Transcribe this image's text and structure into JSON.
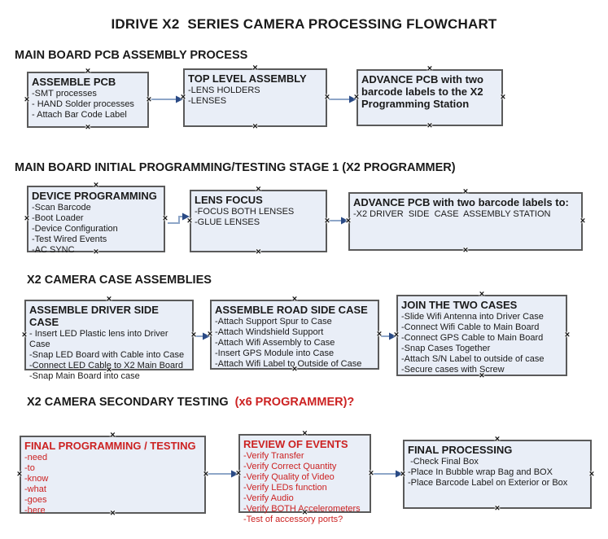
{
  "title": "IDRIVE X2  SERIES CAMERA PROCESSING FLOWCHART",
  "colors": {
    "box_fill": "#e9eef7",
    "box_border": "#5a5a5a",
    "connector_line": "#8ea6c8",
    "connector_arrow": "#2a4a85",
    "accent_red": "#cc2222",
    "text": "#1a1a1a"
  },
  "sections": [
    {
      "header": "MAIN BOARD PCB ASSEMBLY PROCESS",
      "boxes": [
        {
          "title": "ASSEMBLE PCB",
          "items": [
            "-SMT processes",
            "- HAND Solder processes",
            "- Attach Bar Code Label"
          ]
        },
        {
          "title": "TOP LEVEL ASSEMBLY",
          "items": [
            "-LENS HOLDERS",
            "-LENSES"
          ]
        },
        {
          "title": "ADVANCE PCB with two barcode labels to the X2 Programming Station",
          "items": []
        }
      ]
    },
    {
      "header": "MAIN BOARD INITIAL PROGRAMMING/TESTING STAGE 1 (X2 PROGRAMMER)",
      "boxes": [
        {
          "title": "DEVICE PROGRAMMING",
          "items": [
            "-Scan Barcode",
            "-Boot Loader",
            "-Device Configuration",
            "-Test Wired Events",
            "-AC SYNC"
          ]
        },
        {
          "title": "LENS FOCUS",
          "items": [
            "-FOCUS BOTH LENSES",
            "-GLUE LENSES"
          ]
        },
        {
          "title": "ADVANCE PCB with two barcode labels to:",
          "items": [
            "-X2 DRIVER  SIDE  CASE  ASSEMBLY STATION"
          ]
        }
      ]
    },
    {
      "header": "X2 CAMERA CASE ASSEMBLIES",
      "boxes": [
        {
          "title": "ASSEMBLE DRIVER SIDE CASE",
          "items": [
            "- Insert LED Plastic lens into Driver Case",
            "-Snap LED Board with Cable into Case",
            "-Connect LED Cable to X2 Main Board",
            "-Snap Main Board into case"
          ]
        },
        {
          "title": "ASSEMBLE ROAD SIDE CASE",
          "items": [
            "-Attach Support Spur to Case",
            "-Attach Windshield Support",
            "-Attach Wifi Assembly to Case",
            "-Insert GPS Module into Case",
            "-Attach Wifi Label to Outside of Case"
          ]
        },
        {
          "title": "JOIN THE TWO CASES",
          "items": [
            "-Slide Wifi Antenna into Driver Case",
            "-Connect Wifi Cable to Main Board",
            "-Connect GPS Cable to Main Board",
            "-Snap Cases Together",
            "-Attach S/N Label to outside of case",
            "-Secure cases with Screw"
          ]
        }
      ]
    },
    {
      "header": "X2 CAMERA SECONDARY TESTING  ",
      "header_suffix": "(x6 PROGRAMMER)?",
      "boxes": [
        {
          "title": "FINAL PROGRAMMING / TESTING",
          "color": "red",
          "items": [
            "-need",
            "-to",
            "-know",
            "-what",
            "-goes",
            "-here"
          ]
        },
        {
          "title": "REVIEW OF EVENTS",
          "color": "red",
          "items": [
            "-Verify Transfer",
            "-Verify Correct Quantity",
            "-Verify Quality of Video",
            "-Verify LEDs function",
            "-Verify Audio",
            "-Verify BOTH Accelerometers",
            "-Test of accessory ports?"
          ]
        },
        {
          "title": "FINAL PROCESSING",
          "items": [
            " -Check Final Box",
            "-Place In Bubble wrap Bag and BOX",
            "-Place Barcode Label on Exterior or Box"
          ]
        }
      ]
    }
  ]
}
